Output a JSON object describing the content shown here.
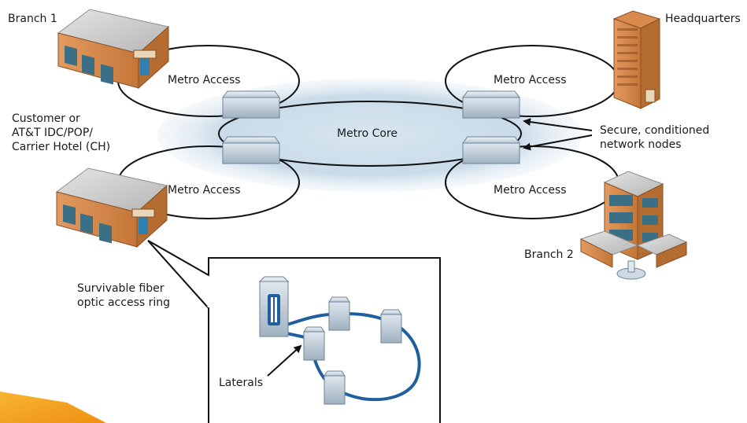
{
  "labels": {
    "branch1": "Branch 1",
    "headquarters": "Headquarters",
    "branch2": "Branch 2",
    "metro_access_tl": "Metro Access",
    "metro_access_tr": "Metro Access",
    "metro_access_bl": "Metro Access",
    "metro_access_br": "Metro Access",
    "metro_core": "Metro Core",
    "customer_line1": "Customer or",
    "customer_line2": "AT&T IDC/POP/",
    "customer_line3": "Carrier Hotel (CH)",
    "secure_line1": "Secure, conditioned",
    "secure_line2": "network nodes",
    "survivable_line1": "Survivable fiber",
    "survivable_line2": "optic access ring",
    "laterals": "Laterals"
  },
  "icons": [
    "building-icon",
    "office-tower-icon",
    "campus-building-icon",
    "network-node-icon",
    "server-cabinet-icon"
  ],
  "colors": {
    "ring": "#111111",
    "core_glow": "#c9dbe8",
    "fiber": "#1f5fa0",
    "building_wall": "#d9884c",
    "building_roof": "#c8c8c8",
    "node_body": "#cfd9e2",
    "accent_orange": "#f3a21a"
  }
}
